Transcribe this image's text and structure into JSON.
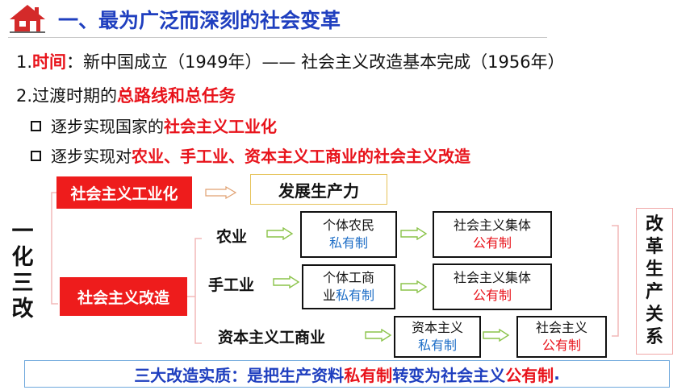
{
  "title": "一、最为广泛而深刻的社会变革",
  "line1": {
    "num": "1.",
    "label": "时间",
    "colon": "：",
    "text": "新中国成立（1949年）—— 社会主义改造基本完成（1956年）"
  },
  "line2": {
    "prefix": "2.过渡时期的",
    "highlight": "总路线和总任务"
  },
  "bullets": [
    {
      "prefix": "逐步实现国家的",
      "highlight": "社会主义工业化"
    },
    {
      "prefix": "逐步实现对",
      "highlight": "农业、手工业、资本主义工商业的社会主义改造"
    }
  ],
  "left_vertical": "一化三改",
  "right_vertical": "改革生产关系",
  "industrialization": {
    "label": "社会主义工业化",
    "result": "发展生产力"
  },
  "transformation": {
    "label": "社会主义改造"
  },
  "sectors": [
    {
      "name": "农业",
      "from_top": "个体农民",
      "from_bottom": "私有制",
      "to_top": "社会主义集体",
      "to_bottom": "公有制"
    },
    {
      "name": "手工业",
      "from_top": "个体工商",
      "from_prefix": "业",
      "from_bottom": "私有制",
      "to_top": "社会主义集体",
      "to_bottom": "公有制"
    },
    {
      "name": "资本主义工商业",
      "from_top": "资本主义",
      "from_bottom": "私有制",
      "to_top": "社会主义",
      "to_bottom": "公有制"
    }
  ],
  "summary": {
    "prefix": "三大改造实质：是把生产资料",
    "h1": "私有制",
    "mid": "转变为社会主义",
    "h2": "公有制",
    "end": "."
  },
  "colors": {
    "title": "#1f3fbf",
    "highlight": "#e8131b",
    "redbox": "#ee1c1c",
    "arrow": "#8bc34a"
  },
  "icons": [
    "house-icon",
    "right-arrow-icon",
    "checkbox-icon"
  ]
}
